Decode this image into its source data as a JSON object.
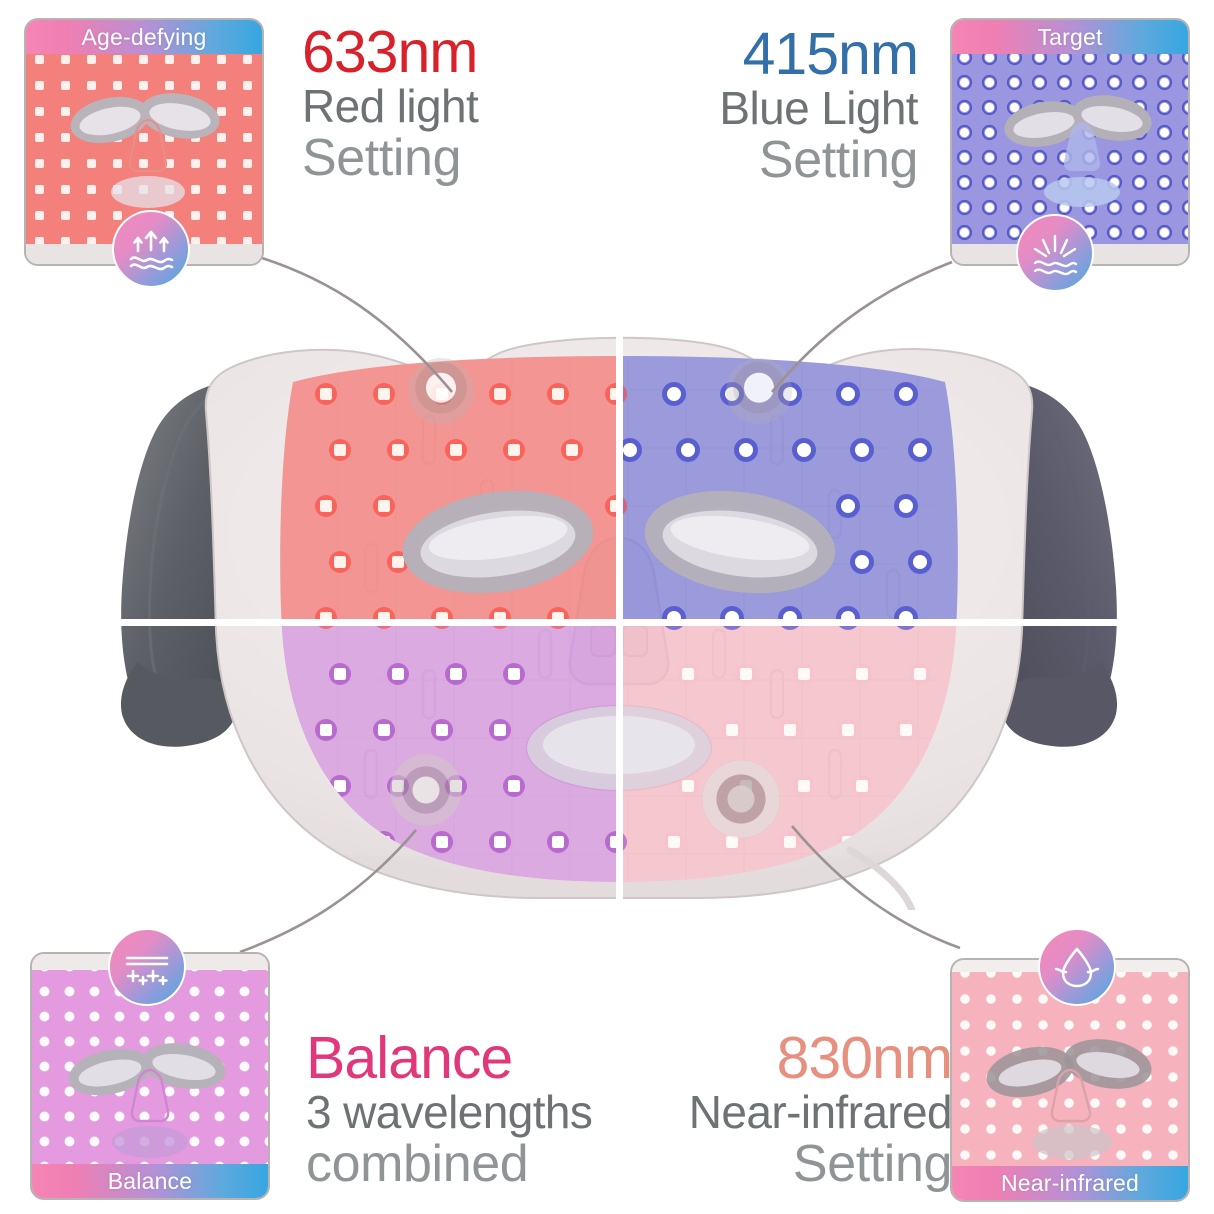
{
  "page": {
    "type": "product-infographic",
    "background": "#ffffff",
    "product": "LED light therapy face mask"
  },
  "colors": {
    "red": "#d8222b",
    "blue": "#336fa8",
    "magenta": "#e0387a",
    "salmon": "#e8907f",
    "gray_dark": "#6d7275",
    "gray_light": "#8f9496",
    "label_gradient_start": "#f585b4",
    "label_gradient_end": "#37a6e0",
    "badge_gradient_start": "#f489b8",
    "badge_gradient_end": "#4fa8e0",
    "connector_line": "#9a9293",
    "card_border": "#b9b2b2"
  },
  "features": [
    {
      "id": "red",
      "position": "top-left",
      "wavelength": "633nm",
      "name": "Red light",
      "mode": "Setting",
      "thumb_label": "Age-defying",
      "thumb_label_position": "top",
      "icon": "arrows-up-over-wave-icon",
      "wavelength_color": "#d8222b",
      "mask_tint": "#f4746f"
    },
    {
      "id": "blue",
      "position": "top-right",
      "wavelength": "415nm",
      "name": "Blue Light",
      "mode": "Setting",
      "thumb_label": "Target",
      "thumb_label_position": "top",
      "icon": "rays-over-wave-icon",
      "wavelength_color": "#336fa8",
      "mask_tint": "#6f6fd0"
    },
    {
      "id": "balance",
      "position": "bottom-left",
      "wavelength": "Balance",
      "name": "3 wavelengths",
      "mode": "combined",
      "thumb_label": "Balance",
      "thumb_label_position": "bottom",
      "icon": "lines-with-sparkles-icon",
      "wavelength_color": "#e0387a",
      "mask_tint": "#cf7fd6"
    },
    {
      "id": "nir",
      "position": "bottom-right",
      "wavelength": "830nm",
      "name": "Near-infrared",
      "mode": "Setting",
      "thumb_label": "Near-infrared",
      "thumb_label_position": "bottom",
      "icon": "water-droplet-over-wave-icon",
      "wavelength_color": "#e8907f",
      "mask_tint": "#f9aeba"
    }
  ]
}
